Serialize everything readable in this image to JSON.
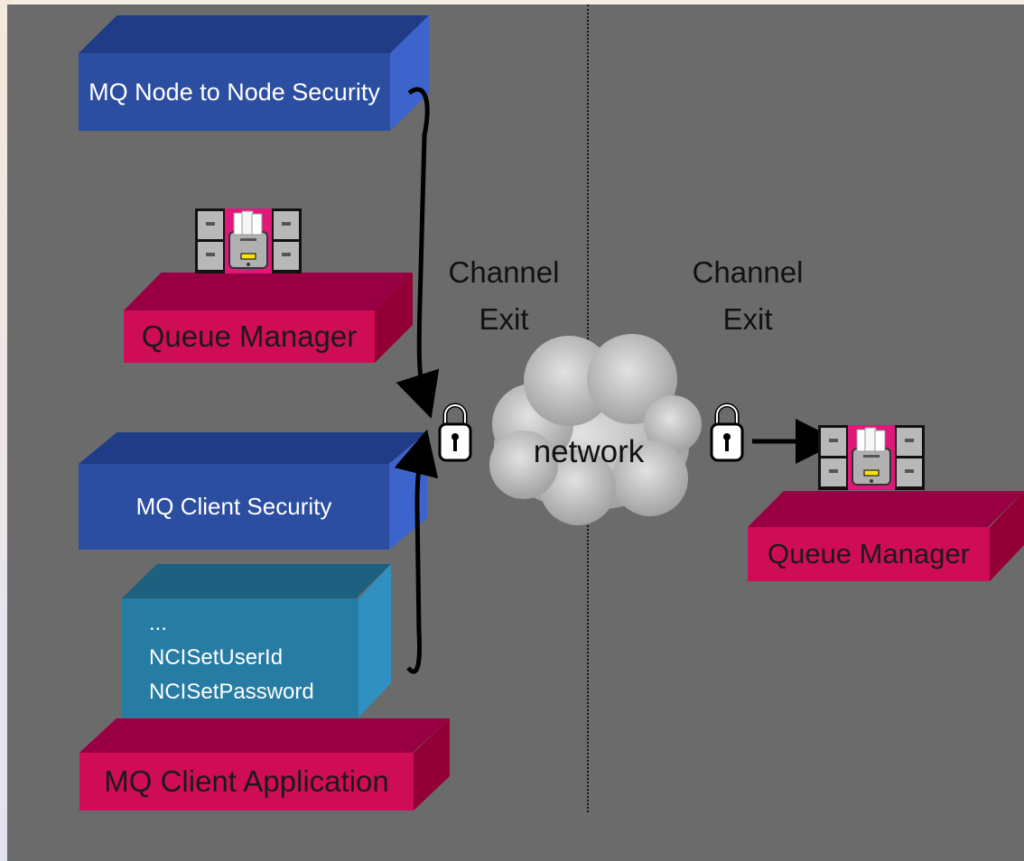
{
  "nodes": {
    "node_security": "MQ Node to Node Security",
    "queue_manager_left": "Queue Manager",
    "client_security": "MQ Client Security",
    "client_code": {
      "line1": "...",
      "line2": "NCISetUserId",
      "line3": "NCISetPassword"
    },
    "client_application": "MQ Client Application",
    "queue_manager_right": "Queue Manager"
  },
  "labels": {
    "channel_exit_left": {
      "line1": "Channel",
      "line2": "Exit"
    },
    "channel_exit_right": {
      "line1": "Channel",
      "line2": "Exit"
    },
    "network": "network"
  },
  "icons": [
    "padlock-icon",
    "filing-cabinet-icon",
    "cloud-icon"
  ],
  "colors": {
    "background": "#6b6b6b",
    "blue_box": "#2c4ea0",
    "red_box": "#cf0d56",
    "teal_box": "#277ca3",
    "cloud": "#c8c8c8"
  }
}
